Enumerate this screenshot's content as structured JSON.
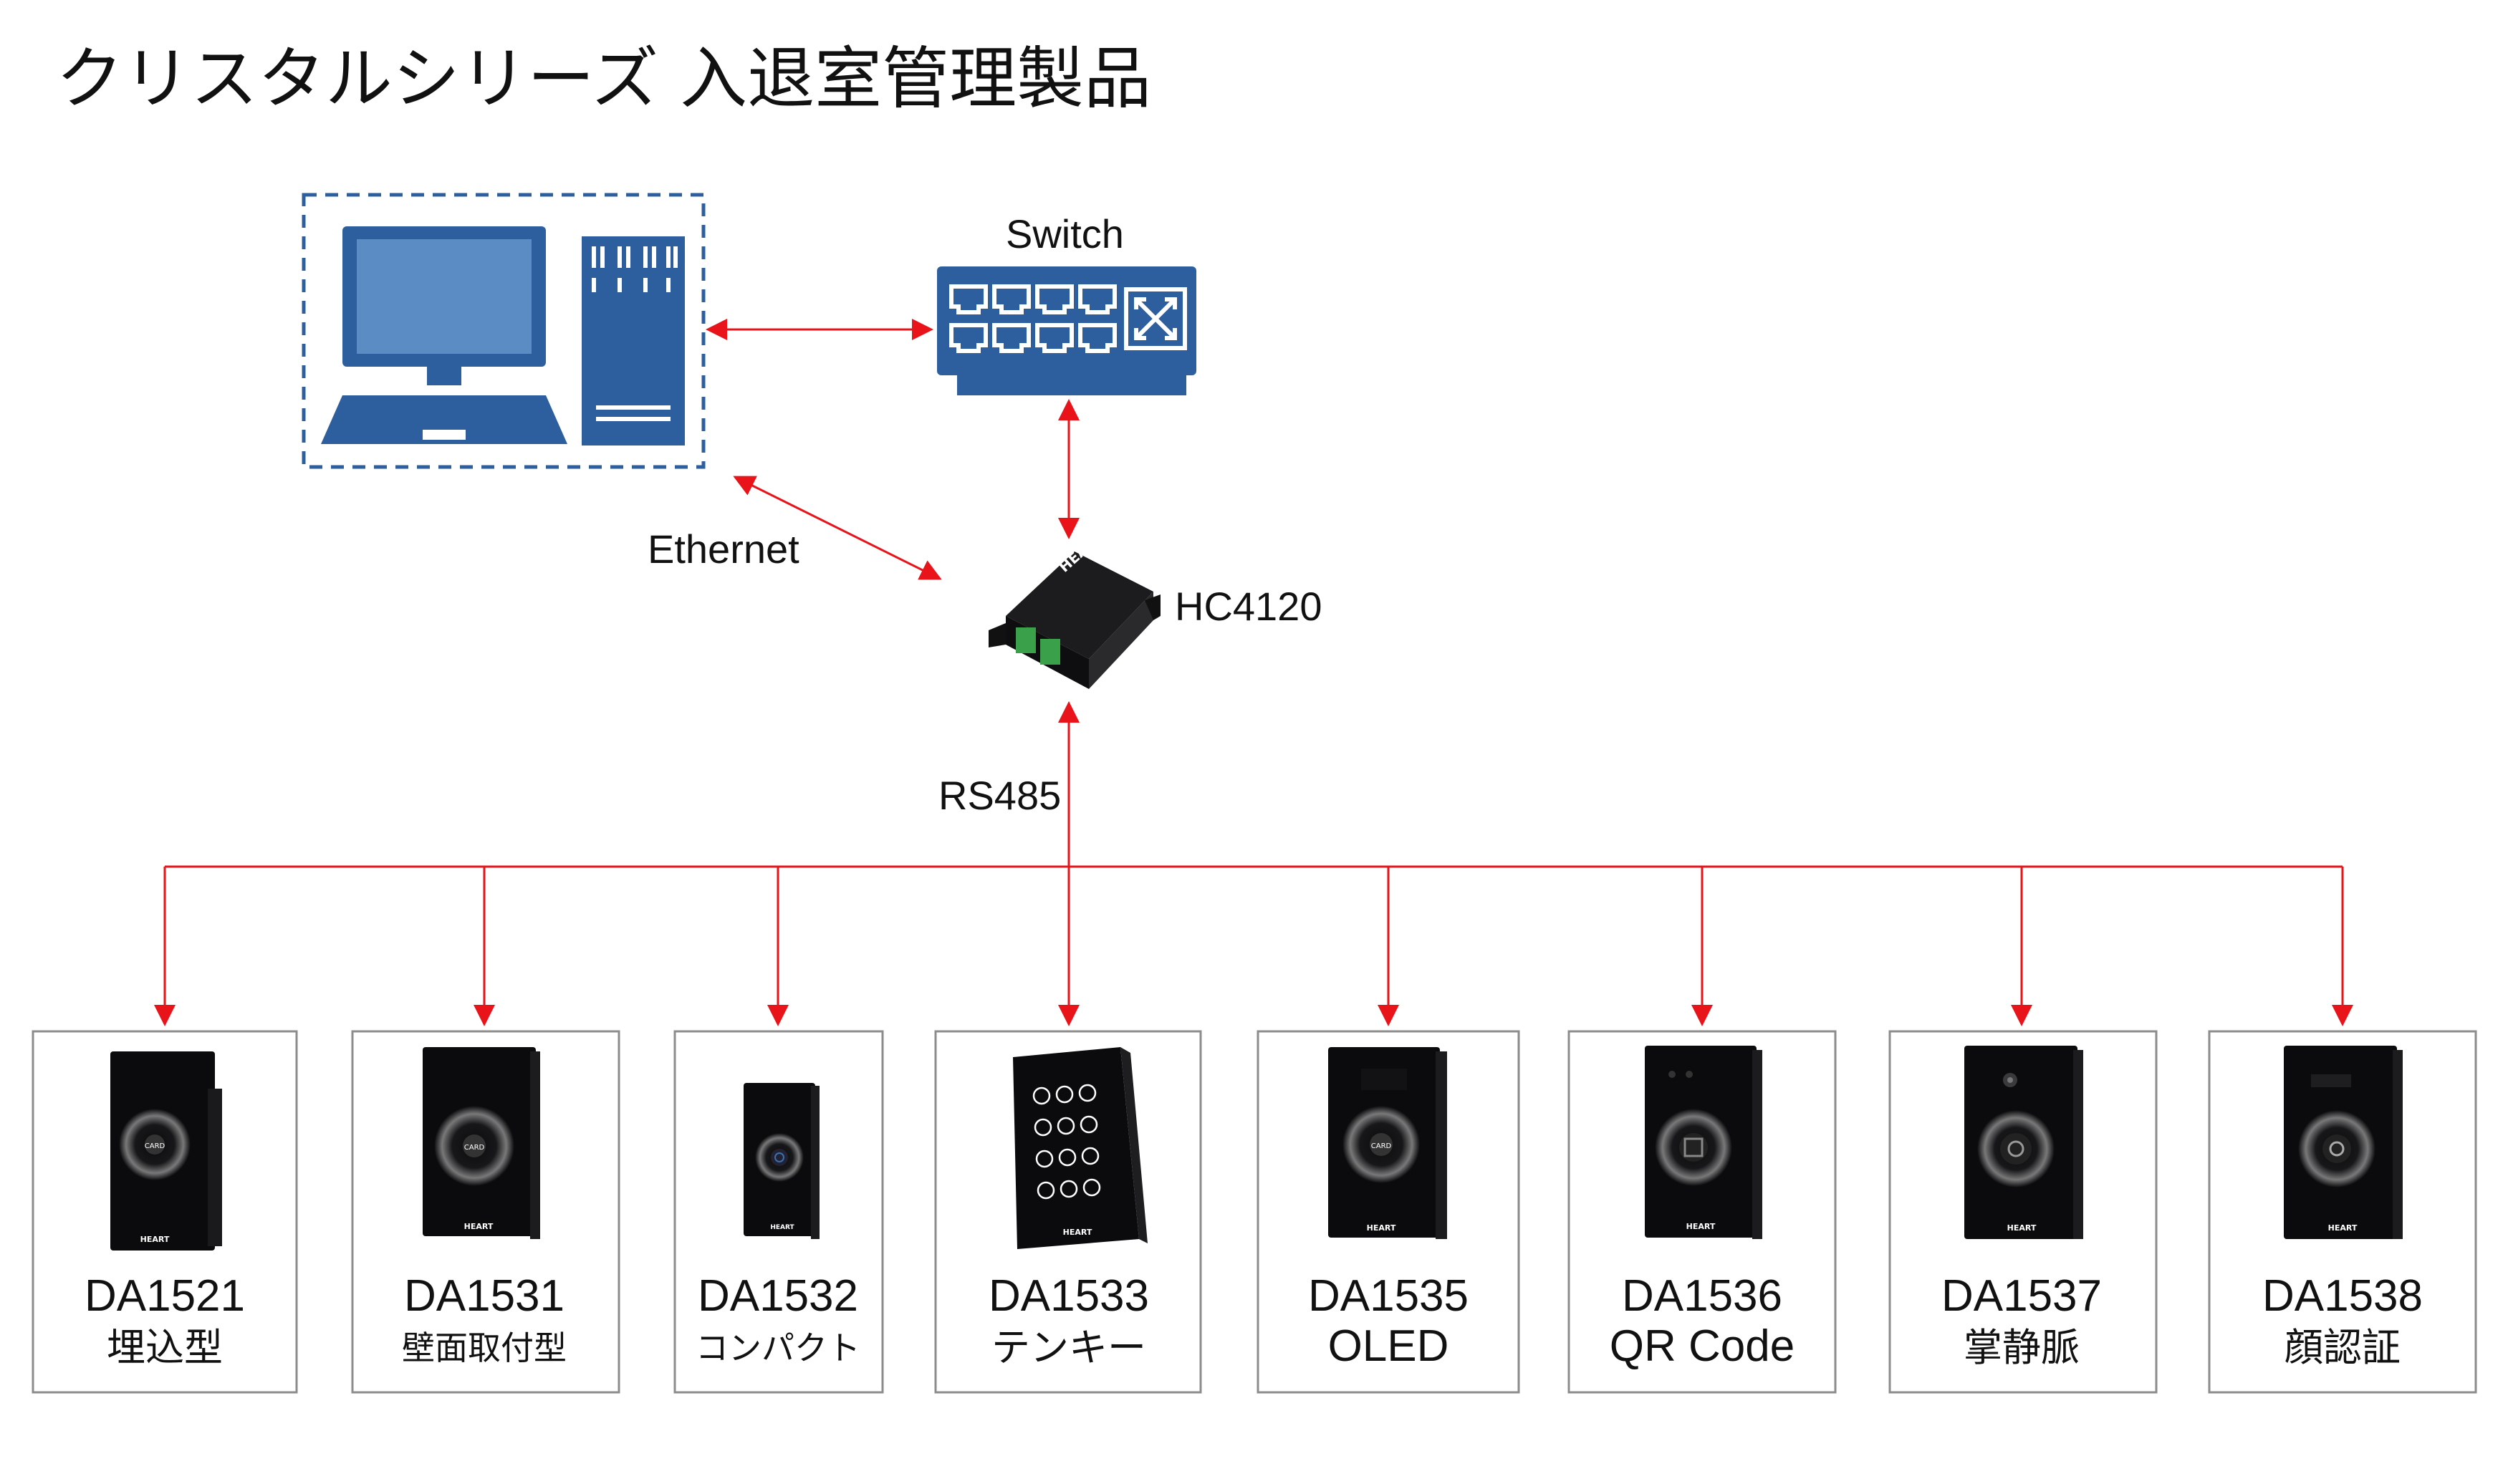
{
  "title": "クリスタルシリーズ 入退室管理製品",
  "labels": {
    "switch": "Switch",
    "ethernet": "Ethernet",
    "converter": "HC4120",
    "bus": "RS485"
  },
  "colors": {
    "wire": "#e8141a",
    "icon_blue": "#2d5f9e",
    "screen_blue": "#5b8cc4",
    "device_black": "#0b0b0d"
  },
  "icons": {
    "computer": "desktop-computer-icon",
    "switch": "network-switch-icon",
    "converter": "rs485-converter-icon"
  },
  "devices": [
    {
      "model": "DA1521",
      "subtitle": "埋込型",
      "variant": "card"
    },
    {
      "model": "DA1531",
      "subtitle": "壁面取付型",
      "variant": "card"
    },
    {
      "model": "DA1532",
      "subtitle": "コンパクト",
      "variant": "compact"
    },
    {
      "model": "DA1533",
      "subtitle": "テンキー",
      "variant": "keypad"
    },
    {
      "model": "DA1535",
      "subtitle": "OLED",
      "variant": "oled"
    },
    {
      "model": "DA1536",
      "subtitle": "QR Code",
      "variant": "qr"
    },
    {
      "model": "DA1537",
      "subtitle": "掌静脈",
      "variant": "palm"
    },
    {
      "model": "DA1538",
      "subtitle": "顔認証",
      "variant": "face"
    }
  ],
  "device_brand": "HEART",
  "device_card_text": "CARD",
  "converter_brand": "HEART"
}
